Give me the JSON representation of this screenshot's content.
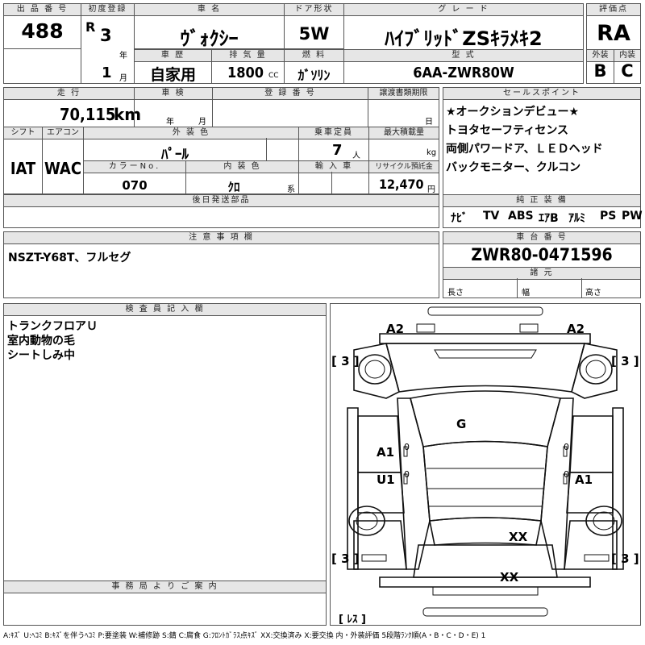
{
  "header": {
    "lot_no_label": "出 品 番 号",
    "lot_no": "488",
    "first_reg_label": "初度登録",
    "era": "R",
    "year": "3",
    "year_unit": "年",
    "month": "1",
    "month_unit": "月",
    "car_name_label": "車 名",
    "car_name": "ｳﾞｫｸｼｰ",
    "history_label": "車 歴",
    "history": "自家用",
    "displacement_label": "排 気 量",
    "displacement": "1800",
    "displacement_unit": "CC",
    "door_label": "ドア形状",
    "door": "5W",
    "fuel_label": "燃 料",
    "fuel": "ｶﾞｿﾘﾝ",
    "grade_label": "グ レ ー ド",
    "grade": "ﾊｲﾌﾞﾘｯﾄﾞZSｷﾗﾒｷ2",
    "model_label": "型 式",
    "model": "6AA-ZWR80W",
    "score_label": "評価点",
    "score": "RA",
    "exterior_label": "外装",
    "exterior": "B",
    "interior_label": "内装",
    "interior": "C"
  },
  "row2": {
    "mileage_label": "走 行",
    "mileage": "70,115",
    "mileage_unit": "km",
    "inspection_label": "車 検",
    "inspection_year_unit": "年",
    "inspection_month_unit": "月",
    "plate_label": "登 録 番 号",
    "transfer_label": "譲渡書類期限",
    "transfer_day_unit": "日"
  },
  "row3": {
    "shift_label": "シフト",
    "shift": "IAT",
    "ac_label": "エアコン",
    "ac": "WAC",
    "color_label": "外 装 色",
    "color": "ﾊﾟｰﾙ",
    "capacity_label": "乗車定員",
    "capacity": "7",
    "capacity_unit": "人",
    "load_label": "最大積載量",
    "load_unit": "kg",
    "color_no_label": "カラーNo.",
    "color_no": "070",
    "int_color_label": "内 装 色",
    "int_color": "ｸﾛ",
    "int_color_suffix": "系",
    "import_label": "輸 入 車",
    "recycle_label": "リサイクル預託金",
    "recycle": "12,470",
    "recycle_unit": "円"
  },
  "later_parts_label": "後日発送部品",
  "sales_points": {
    "label": "セールスポイント",
    "lines": [
      "★オークションデビュー★",
      "トヨタセーフティセンス",
      "両側パワードア、ＬＥＤヘッド",
      "バックモニター、クルコン"
    ]
  },
  "genuine": {
    "label": "純 正 装 備",
    "items": [
      "ﾅﾋﾞ",
      "TV",
      "ABS",
      "ｴｱB",
      "ｱﾙﾐ",
      "PS",
      "PW"
    ]
  },
  "notes": {
    "label": "注 意 事 項 欄",
    "text": "NSZT-Y68T、フルセグ"
  },
  "chassis": {
    "label": "車 台 番 号",
    "value": "ZWR80-0471596"
  },
  "specs": {
    "label": "諸 元",
    "length": "長さ",
    "width": "幅",
    "height": "高さ"
  },
  "inspector": {
    "label": "検 査 員 記 入 欄",
    "lines": [
      "トランクフロアＵ",
      "室内動物の毛",
      "シートしみ中"
    ]
  },
  "office": {
    "label": "事 務 局 よ り ご 案 内"
  },
  "diagram": {
    "marks": [
      "A2",
      "A2",
      "[ 3 ]",
      "[ 3 ]",
      "G",
      "A1",
      "U1",
      "A1",
      "XX",
      "[ 3 ]",
      "[ 3 ]",
      "XX",
      "[ ﾚｽ ]"
    ]
  },
  "legend": "A:ｷｽﾞ U:ﾍｺﾐ B:ｷｽﾞを伴うﾍｺﾐ P:要塗装 W:補修跡 S:錆 C:腐食 G:ﾌﾛﾝﾄｶﾞﾗｽ点ｷｽﾞ XX:交換済み X:要交換 内・外装評価 5段階ﾗﾝｸ順(A・B・C・D・E) 1"
}
